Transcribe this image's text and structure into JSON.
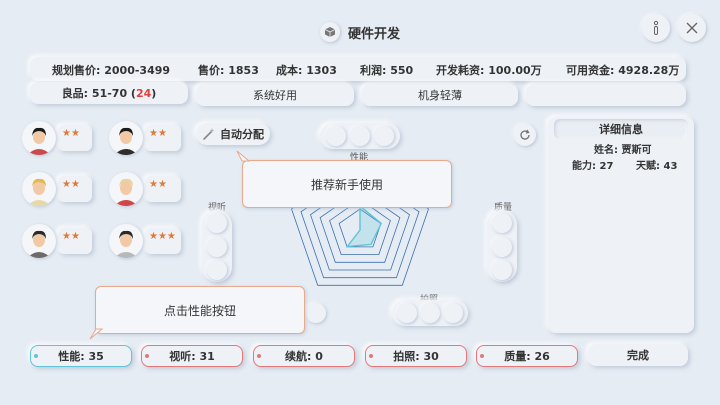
{
  "header": {
    "title": "硬件开发",
    "title_icon": "box-icon",
    "info_icon": "info-icon",
    "close_icon": "close-icon"
  },
  "stats_top": {
    "planned_price": "规划售价: 2000-3499",
    "price": "售价: 1853",
    "cost": "成本: 1303",
    "profit": "利润: 550",
    "dev_cost": "开发耗资: 100.00万",
    "funds": "可用资金: 4928.28万"
  },
  "yield": {
    "label": "良品: 51-70 (",
    "value": "24",
    "suffix": ")"
  },
  "tags": [
    "系统好用",
    "机身轻薄",
    ""
  ],
  "employees": [
    {
      "stars": "★★",
      "hair": "#1b1b1b",
      "shirt": "#c94a4a"
    },
    {
      "stars": "★★",
      "hair": "#1b1b1b",
      "shirt": "#2d2d2d"
    },
    {
      "stars": "★★",
      "hair": "#e5b84a",
      "shirt": "#e7d9a6"
    },
    {
      "stars": "★★",
      "hair": "#ead2a0",
      "shirt": "#d04747"
    },
    {
      "stars": "★★",
      "hair": "#2a2a2a",
      "shirt": "#6b6b6b"
    },
    {
      "stars": "★★★",
      "hair": "#2a2a2a",
      "shirt": "#b8b8b8"
    }
  ],
  "auto_assign": "自动分配",
  "tooltip_recommend": "推荐新手使用",
  "tooltip_click": "点击性能按钮",
  "radar": {
    "labels": {
      "performance": "性能",
      "av": "视听",
      "quality": "质量",
      "photo": "拍照"
    },
    "values": [
      0.35,
      0.31,
      0.26,
      0.3,
      0.0
    ]
  },
  "detail": {
    "title": "详细信息",
    "name": "姓名: 贾斯可",
    "ability": "能力: 27",
    "talent": "天赋: 43"
  },
  "bottom": [
    {
      "label": "性能: 35",
      "color": "#5ec4d6"
    },
    {
      "label": "视听: 31",
      "color": "#e07a7a"
    },
    {
      "label": "续航: 0",
      "color": "#e07a7a"
    },
    {
      "label": "拍照: 30",
      "color": "#e07a7a"
    },
    {
      "label": "质量: 26",
      "color": "#e07a7a"
    }
  ],
  "done_label": "完成",
  "colors": {
    "accent": "#5ec4d6",
    "warn": "#e04040",
    "star": "#e07a3a",
    "radar_line": "#3b6fb0"
  }
}
